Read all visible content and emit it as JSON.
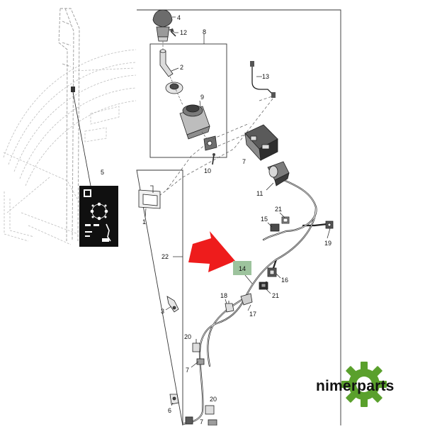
{
  "diagram": {
    "callouts": [
      {
        "id": "c1",
        "text": "1"
      },
      {
        "id": "c2",
        "text": "2"
      },
      {
        "id": "c3",
        "text": "3"
      },
      {
        "id": "c4",
        "text": "4"
      },
      {
        "id": "c5",
        "text": "5"
      },
      {
        "id": "c6",
        "text": "6"
      },
      {
        "id": "c7a",
        "text": "7"
      },
      {
        "id": "c7b",
        "text": "7"
      },
      {
        "id": "c8",
        "text": "8"
      },
      {
        "id": "c9",
        "text": "9"
      },
      {
        "id": "c10",
        "text": "10"
      },
      {
        "id": "c11",
        "text": "11"
      },
      {
        "id": "c12",
        "text": "12"
      },
      {
        "id": "c13",
        "text": "13"
      },
      {
        "id": "c14",
        "text": "14"
      },
      {
        "id": "c15",
        "text": "15"
      },
      {
        "id": "c16a",
        "text": "16"
      },
      {
        "id": "c16b",
        "text": "16"
      },
      {
        "id": "c17",
        "text": "17"
      },
      {
        "id": "c18",
        "text": "18"
      },
      {
        "id": "c19",
        "text": "19"
      },
      {
        "id": "c20a",
        "text": "20"
      },
      {
        "id": "c20b",
        "text": "20"
      },
      {
        "id": "c21a",
        "text": "21"
      },
      {
        "id": "c21b",
        "text": "21"
      },
      {
        "id": "c22",
        "text": "22"
      }
    ],
    "highlighted_callout": "15",
    "highlight_color": "#9dc39d",
    "arrow_color": "#ee1c1c"
  },
  "brand": {
    "text": "nimerparts",
    "gear_color": "#5aa02c"
  }
}
